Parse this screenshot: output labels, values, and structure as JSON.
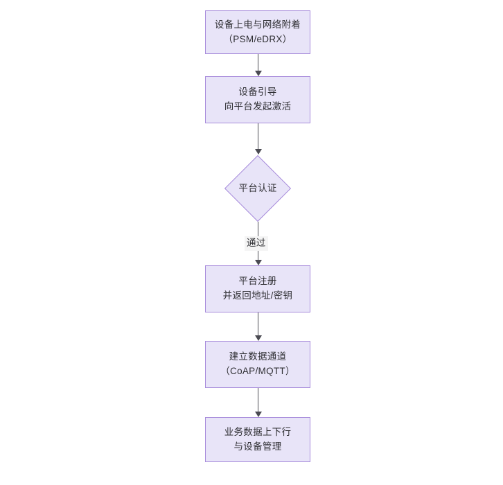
{
  "diagram": {
    "type": "flowchart",
    "orientation": "top-to-bottom",
    "background_color": "#ffffff",
    "node_fill_color": "#e8e4f8",
    "node_border_color": "#a78bdb",
    "connector_color": "#4a4a52",
    "text_color": "#2f2f33",
    "nodes": [
      {
        "id": "n1",
        "shape": "rectangle",
        "lines": [
          "设备上电与网络附着",
          "（PSM/eDRX）"
        ]
      },
      {
        "id": "n2",
        "shape": "rectangle",
        "lines": [
          "设备引导",
          "向平台发起激活"
        ]
      },
      {
        "id": "n3",
        "shape": "diamond",
        "lines": [
          "平台认证"
        ]
      },
      {
        "id": "n4",
        "shape": "rectangle",
        "lines": [
          "平台注册",
          "并返回地址/密钥"
        ]
      },
      {
        "id": "n5",
        "shape": "rectangle",
        "lines": [
          "建立数据通道",
          "（CoAP/MQTT）"
        ]
      },
      {
        "id": "n6",
        "shape": "rectangle",
        "lines": [
          "业务数据上下行",
          "与设备管理"
        ]
      }
    ],
    "edges": [
      {
        "id": "e1",
        "from": "n1",
        "to": "n2",
        "label": ""
      },
      {
        "id": "e2",
        "from": "n2",
        "to": "n3",
        "label": ""
      },
      {
        "id": "e3",
        "from": "n3",
        "to": "n4",
        "label": "通过"
      },
      {
        "id": "e4",
        "from": "n4",
        "to": "n5",
        "label": ""
      },
      {
        "id": "e5",
        "from": "n5",
        "to": "n6",
        "label": ""
      }
    ]
  }
}
